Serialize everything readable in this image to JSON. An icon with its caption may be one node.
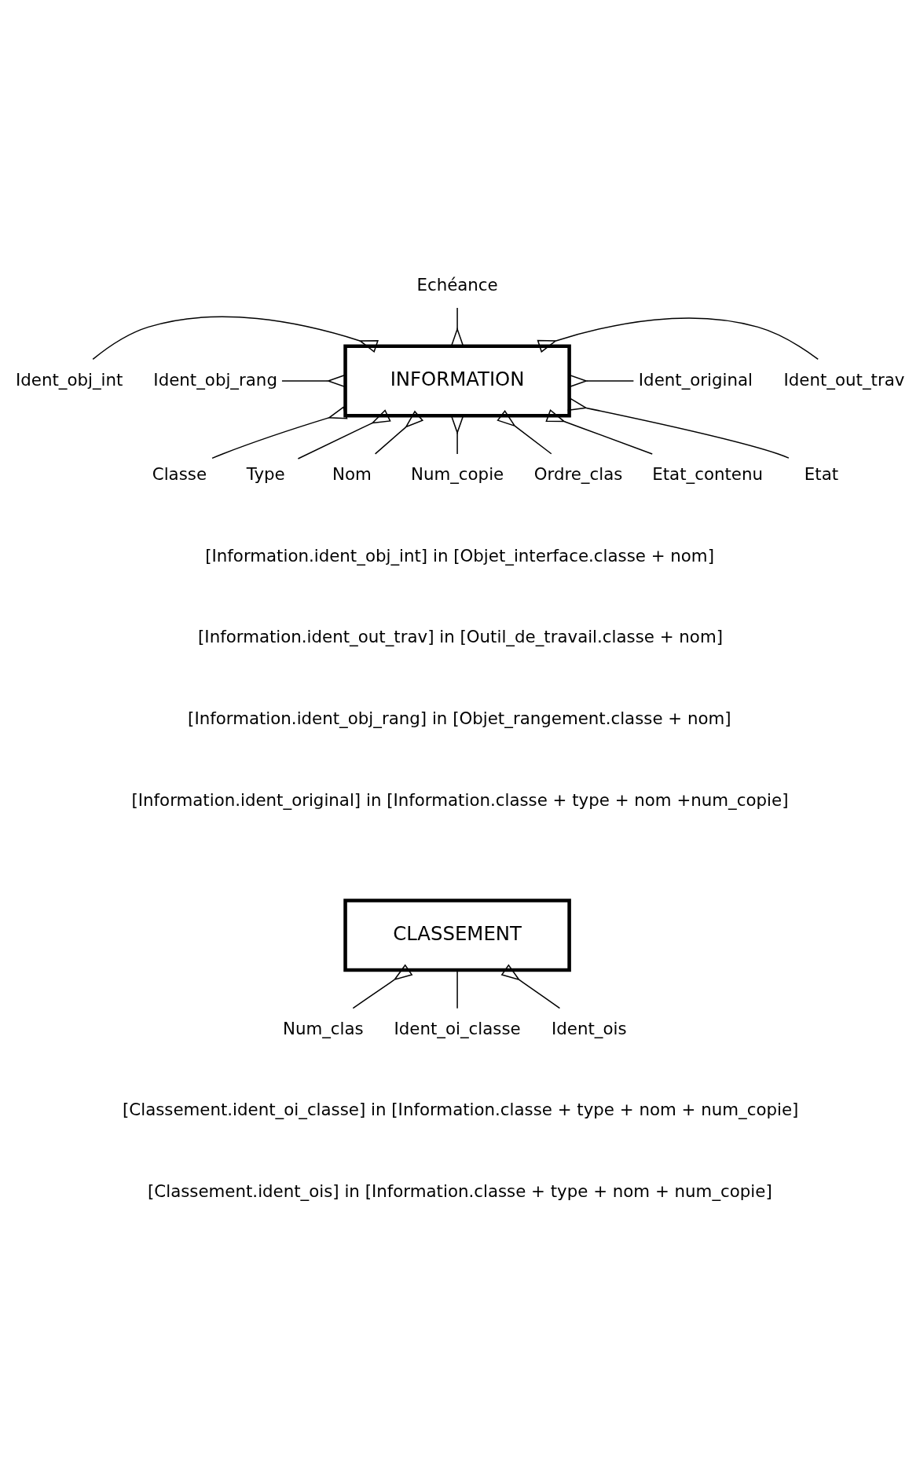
{
  "diagram": {
    "nodes": [
      {
        "text": [
          "Echéance"
        ]
      },
      {
        "text": [
          "Ident_obj_int"
        ]
      },
      {
        "text": [
          "Ident_out_trav"
        ]
      },
      {
        "text": [
          "INFORMATION"
        ]
      },
      {
        "text": [
          "Ident_obj_rang"
        ]
      },
      {
        "text": [
          "Ident_original"
        ]
      },
      {
        "text": [
          "Classe"
        ]
      },
      {
        "text": [
          "Type"
        ]
      },
      {
        "text": [
          "Nom"
        ]
      },
      {
        "text": [
          "Num_copie"
        ]
      },
      {
        "text": [
          "Ordre_clas"
        ]
      },
      {
        "text": [
          "Etat_contenu"
        ]
      },
      {
        "text": [
          "Etat"
        ]
      },
      {
        "text": [
          "CLASSEMENT"
        ]
      },
      {
        "text": [
          "Num_clas"
        ]
      },
      {
        "text": [
          "Ident_oi_classe"
        ]
      },
      {
        "text": [
          "Ident_ois"
        ]
      }
    ],
    "edges": [
      {
        "from": 3,
        "to": 0,
        "arrow": "other"
      },
      {
        "from": 3,
        "to": 1,
        "arrow": "other"
      },
      {
        "from": 3,
        "to": 4,
        "arrow": "other"
      },
      {
        "from": 3,
        "to": 2,
        "arrow": "other"
      },
      {
        "from": 3,
        "to": 5,
        "arrow": "other"
      },
      {
        "from": 3,
        "to": 6,
        "arrow": "other"
      },
      {
        "from": 3,
        "to": 7,
        "arrow": "other"
      },
      {
        "from": 3,
        "to": 8,
        "arrow": "other"
      },
      {
        "from": 3,
        "to": 9,
        "arrow": "other"
      },
      {
        "from": 3,
        "to": 10,
        "arrow": "other"
      },
      {
        "from": 3,
        "to": 11,
        "arrow": "other"
      },
      {
        "from": 3,
        "to": 12,
        "arrow": "other"
      },
      {
        "from": 13,
        "to": 14,
        "arrow": "other"
      },
      {
        "from": 13,
        "to": 15,
        "arrow": "none"
      },
      {
        "from": 13,
        "to": 16,
        "arrow": "other"
      }
    ],
    "labels": [
      "[Information.ident_obj_int] in [Objet_interface.classe + nom]",
      "[Information.ident_out_trav] in [Outil_de_travail.classe + nom]",
      "[Information.ident_obj_rang] in [Objet_rangement.classe + nom]",
      "[Information.ident_original] in [Information.classe + type + nom +num_copie]",
      "[Classement.ident_oi_classe] in [Information.classe + type + nom + num_copie]",
      "[Classement.ident_ois] in [Information.classe + type + nom + num_copie]"
    ]
  }
}
